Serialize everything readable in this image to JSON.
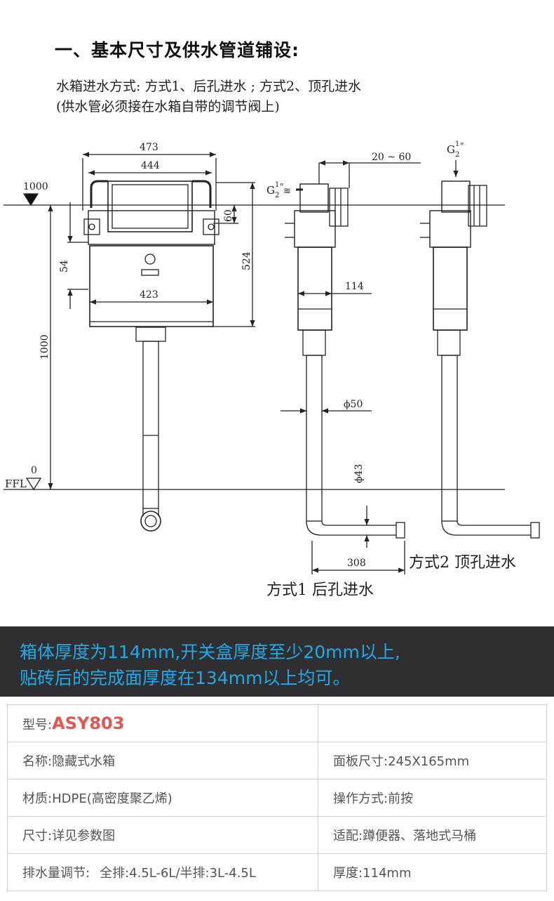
{
  "heading": "一、基本尺寸及供水管道铺设:",
  "intro": {
    "line1": "水箱进水方式: 方式1、后孔进水  ; 方式2、顶孔进水",
    "line2": "(供水管必须接在水箱自带的调节阀上)"
  },
  "drawing": {
    "dims": {
      "w473": "473",
      "w444": "444",
      "w423": "423",
      "h60": "60",
      "h524": "524",
      "h54": "54",
      "h1000": "1000",
      "level1000": "1000",
      "level0": "0",
      "ffl": "FFL",
      "range": "20 ~ 60",
      "d114": "114",
      "d50": "ϕ50",
      "d43": "ϕ43",
      "d308": "308"
    },
    "thread_label_1": "G",
    "thread_label_2": "G",
    "thread_num": "1",
    "thread_den": "2",
    "thread_quote": "\"",
    "method1": "方式1 后孔进水",
    "method2": "方式2 顶孔进水"
  },
  "banner": {
    "line1": "箱体厚度为114mm,开关盒厚度至少20mm以上,",
    "line2": "贴砖后的完成面厚度在134mm以上均可。"
  },
  "specs": {
    "rows": [
      {
        "left_label": "型号:",
        "left_value": "ASY803",
        "right": ""
      },
      {
        "left_label": "名称:",
        "left_value": "隐藏式水箱",
        "right": "面板尺寸:245X165mm"
      },
      {
        "left_label": "材质:",
        "left_value": "HDPE(高密度聚乙烯)",
        "right": "操作方式:前按"
      },
      {
        "left_label": "尺寸:",
        "left_value": "详见参数图",
        "right": "适配:蹲便器、落地式马桶"
      },
      {
        "left_label": "排水量调节:",
        "left_value": "全排:4.5L-6L/半排:3L-4.5L",
        "right": "厚度:114mm"
      }
    ]
  }
}
